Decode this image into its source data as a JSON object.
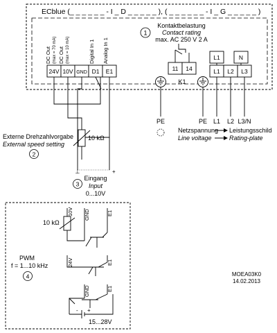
{
  "header": {
    "title": "ECblue (_ _ _ _ _ _ - I _ D _ _ _ _ _ ), ( _ _ _ _ _ _ - I _ G _ _ _ _ _ )"
  },
  "markers": [
    "1",
    "2",
    "3",
    "4"
  ],
  "terminals": {
    "left": [
      "24V",
      "10V",
      "GND",
      "D1",
      "E1"
    ],
    "left_labels": [
      "DC Out",
      "(max = 70 mA)",
      "DC Out",
      "(max = 10 mA)",
      "Digital In 1",
      "Analog In 1"
    ],
    "relay": [
      "11",
      "14"
    ],
    "relay_name": "K1",
    "power_top": [
      "L1",
      "",
      "N"
    ],
    "power_bottom": [
      "L1",
      "L2",
      "L3"
    ]
  },
  "contact": {
    "title": "Kontaktbelastung",
    "subtitle": "Contact rating",
    "value": "max. AC 250 V 2 A"
  },
  "bottom_labels": {
    "pe1": "PE",
    "pe2": "PE",
    "l1": "L1",
    "l2": "L2",
    "l3n": "L3/N"
  },
  "supply": {
    "de": "Netzspannung",
    "en": "Line voltage",
    "target_de": "Leistungsschild",
    "target_en": "Rating-plate"
  },
  "speed": {
    "de": "Externe Drehzahlvorgabe",
    "en": "External speed setting",
    "pot": "10 kΩ"
  },
  "input": {
    "de": "Eingang",
    "en": "Input",
    "range": "0...10V",
    "minus": "⊥",
    "plus": "+"
  },
  "pwm_box": {
    "pot": "10 kΩ",
    "pins_top": [
      "10V",
      "GND",
      "E1"
    ],
    "pins_mid": [
      "24V",
      "E1"
    ],
    "pins_bot": [
      "GND",
      "E1"
    ],
    "pwm": "PWM",
    "freq": "f = 1...10 kHz",
    "minus": "-",
    "plus": "+",
    "voltage": "15...28V"
  },
  "doc": {
    "code": "MOEA03K0",
    "date": "14.02.2013"
  }
}
